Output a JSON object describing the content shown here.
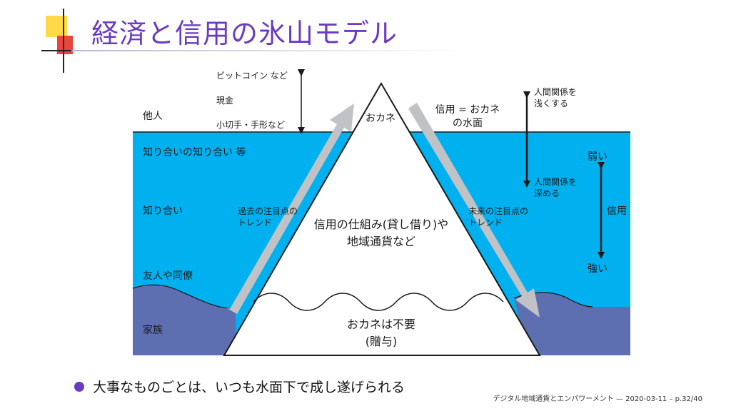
{
  "slide": {
    "title": "経済と信用の氷山モデル",
    "bullet": "大事なものごとは、いつも水面下で成し遂げられる",
    "footer": "デジタル地域通貨とエンパワーメント — 2020-03-11 – p.32/40"
  },
  "diagram": {
    "colors": {
      "water": "#00b0ef",
      "deep_water": "#5d6fb0",
      "iceberg": "#ffffff",
      "arrow": "#c0c2c6",
      "title": "#6a3bc3"
    },
    "left_labels": {
      "others": "他人",
      "acquaintance_of_acquaintance": "知り合いの知り合い 等",
      "acquaintance": "知り合い",
      "friends_colleagues": "友人や同僚",
      "family": "家族"
    },
    "money_items": {
      "bitcoin": "ビットコイン など",
      "cash": "現金",
      "checks": "小切手・手形など"
    },
    "iceberg_top": "おカネ",
    "iceberg_middle": [
      "信用の仕組み(貸し借り)や",
      "地域通貨など"
    ],
    "iceberg_bottom": [
      "おカネは不要",
      "(贈与)"
    ],
    "surface_label": [
      "信用 = おカネ",
      "の水面"
    ],
    "past_trend": [
      "過去の注目点の",
      "トレンド"
    ],
    "future_trend": [
      "未来の注目点の",
      "トレンド"
    ],
    "shallow_relations": [
      "人間関係を",
      "浅くする"
    ],
    "deep_relations": [
      "人間関係を",
      "深める"
    ],
    "credit_scale": {
      "weak": "弱い",
      "label": "信用",
      "strong": "強い"
    }
  }
}
